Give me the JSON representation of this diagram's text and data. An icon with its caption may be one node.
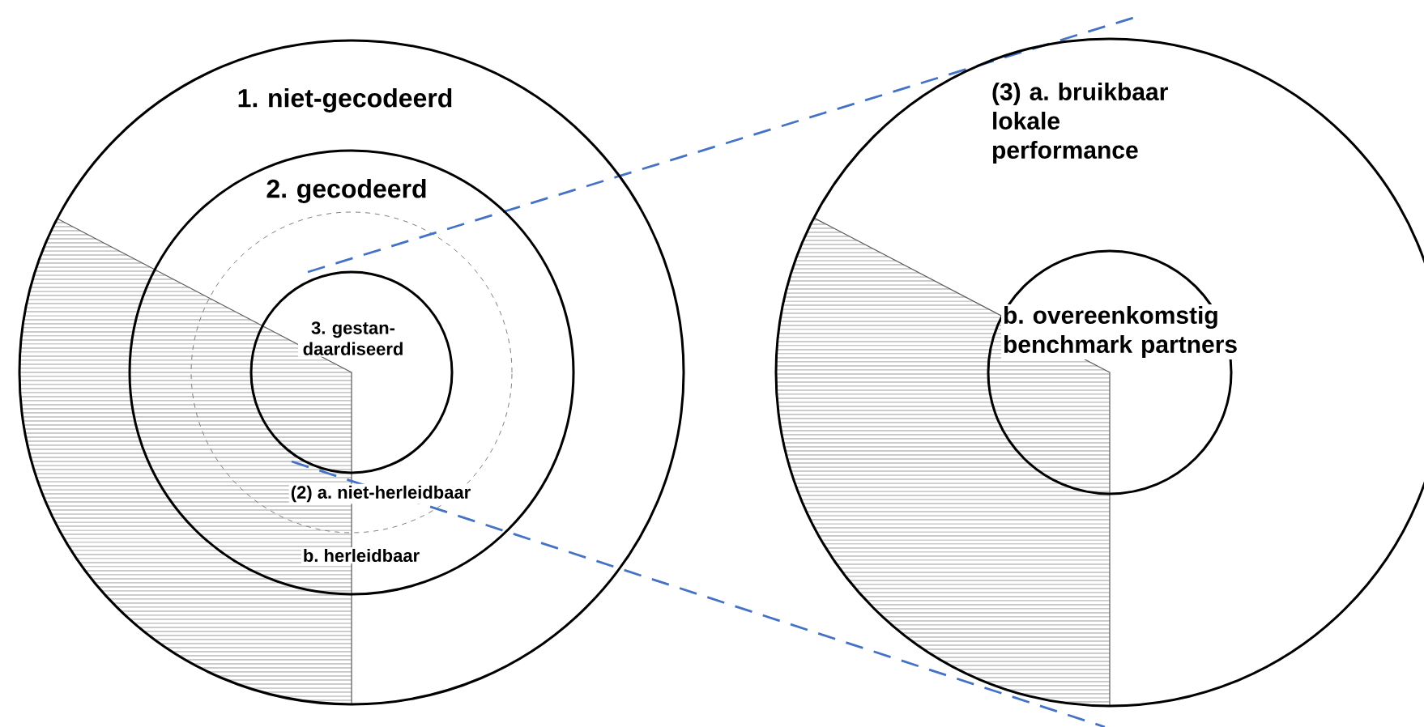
{
  "diagram": {
    "nodes": [
      {
        "text": [
          "1. niet-gecodeerd"
        ]
      },
      {
        "text": [
          "2. gecodeerd"
        ],
        "in": 0
      },
      {
        "text": [
          "3. gestan- daardiseerd"
        ],
        "in": 1
      },
      {
        "text": [
          "(3) a. bruikbaar lokale performance"
        ]
      },
      {
        "text": [
          "b. overeenkomstig benchmark partners"
        ],
        "in": 3
      }
    ],
    "edges": [],
    "labels": [
      "(2) a. niet-herleidbaar",
      "b. herleidbaar"
    ]
  }
}
